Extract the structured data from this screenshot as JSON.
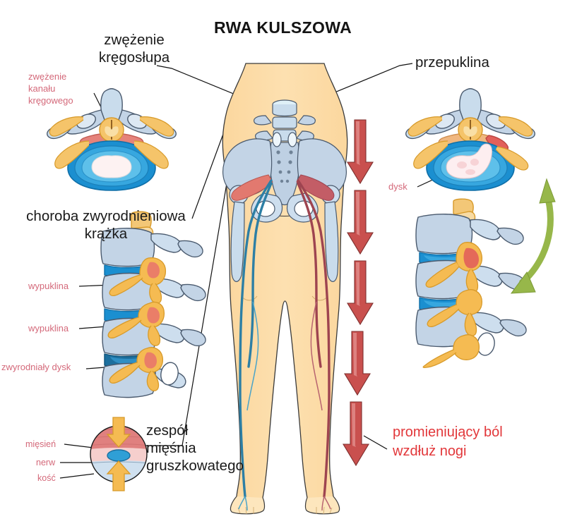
{
  "document": {
    "title": "RWA KULSZOWA",
    "language": "pl",
    "type": "medical-infographic",
    "subject": "sciatica"
  },
  "colors": {
    "title_text": "#141414",
    "dark_label": "#1a1a1a",
    "pink_label": "#d4697a",
    "red_callout": "#e2373a",
    "skin": "#fbd79e",
    "skin_light": "#fde6bd",
    "bone": "#c3d4e6",
    "bone_light": "#dde8f3",
    "bone_outline": "#4a5a6e",
    "disc_blue": "#2196d6",
    "disc_blue_dark": "#0f6fa8",
    "nerve_orange": "#f5bb52",
    "nerve_orange_dark": "#d79a2a",
    "inflamed_red": "#e2796f",
    "muscle_pink": "#e79d9b",
    "red_arrow": "#c9504e",
    "red_arrow_light": "#d8706c",
    "green_arrow": "#97b74a",
    "nerve_left_blue": "#2d7fa5",
    "nerve_right_red": "#9e4450",
    "outline": "#111111"
  },
  "labels": {
    "spinal_stenosis": {
      "line1": "zwężenie",
      "line2": "kręgosłupa"
    },
    "spinal_canal_narrowing": {
      "line1": "zwężenie",
      "line2": "kanału",
      "line3": "kręgowego"
    },
    "herniation": "przepuklina",
    "disc": "dysk",
    "degenerative_disc_disease": {
      "line1": "choroba zwyrodnieniowa",
      "line2": "krążka"
    },
    "bulge_upper": "wypuklina",
    "bulge_lower": "wypuklina",
    "degenerated_disc": "zwyrodniały dysk",
    "piriformis_syndrome": {
      "line1": "zespół",
      "line2": "mięśnia",
      "line3": "gruszkowatego"
    },
    "muscle": "mięsień",
    "nerve": "nerw",
    "bone": "kość",
    "radiating_pain": {
      "line1": "promieniujący ból",
      "line2": "wzdłuż nogi"
    }
  },
  "diagrams": {
    "top_left_vertebra": "axial view of lumbar vertebra with narrowed spinal canal",
    "top_right_vertebra": "axial view of lumbar vertebra with herniated disc",
    "left_spine": "lateral view of lumbar spine showing disc degeneration",
    "right_spine": "lateral view of lumbar spine showing herniated disc",
    "center_body": "posterior view of lower body with pelvis and sciatic nerves",
    "piriformis_circle": "cross-section of piriformis muscle compressing sciatic nerve"
  },
  "arrows": {
    "red_pain_arrow_count": 5,
    "green_link_arrow": "curved arrow linking axial and lateral herniation views",
    "piriformis_compression_arrows": 2
  }
}
